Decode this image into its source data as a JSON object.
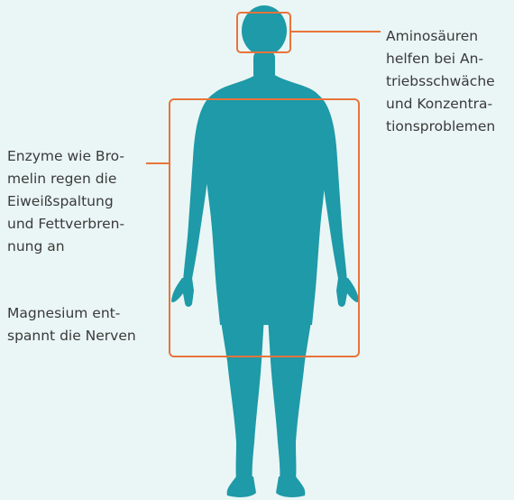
{
  "annotations": {
    "head": "Aminosäuren\nhelfen bei An-\ntriebsschwäche\nund Konzentra-\ntionsproblemen",
    "enzyme": "Enzyme wie Bro-\nmelin regen die\nEiweißspaltung\nund Fettverbren-\nnung an",
    "magnesium": "Magnesium ent-\nspannt die Nerven"
  },
  "colors": {
    "background": "#eaf6f5",
    "figure": "#1e9aa8",
    "highlight": "#e8743b",
    "text": "#3a3a3a"
  },
  "icons": [
    "human-body-silhouette"
  ]
}
